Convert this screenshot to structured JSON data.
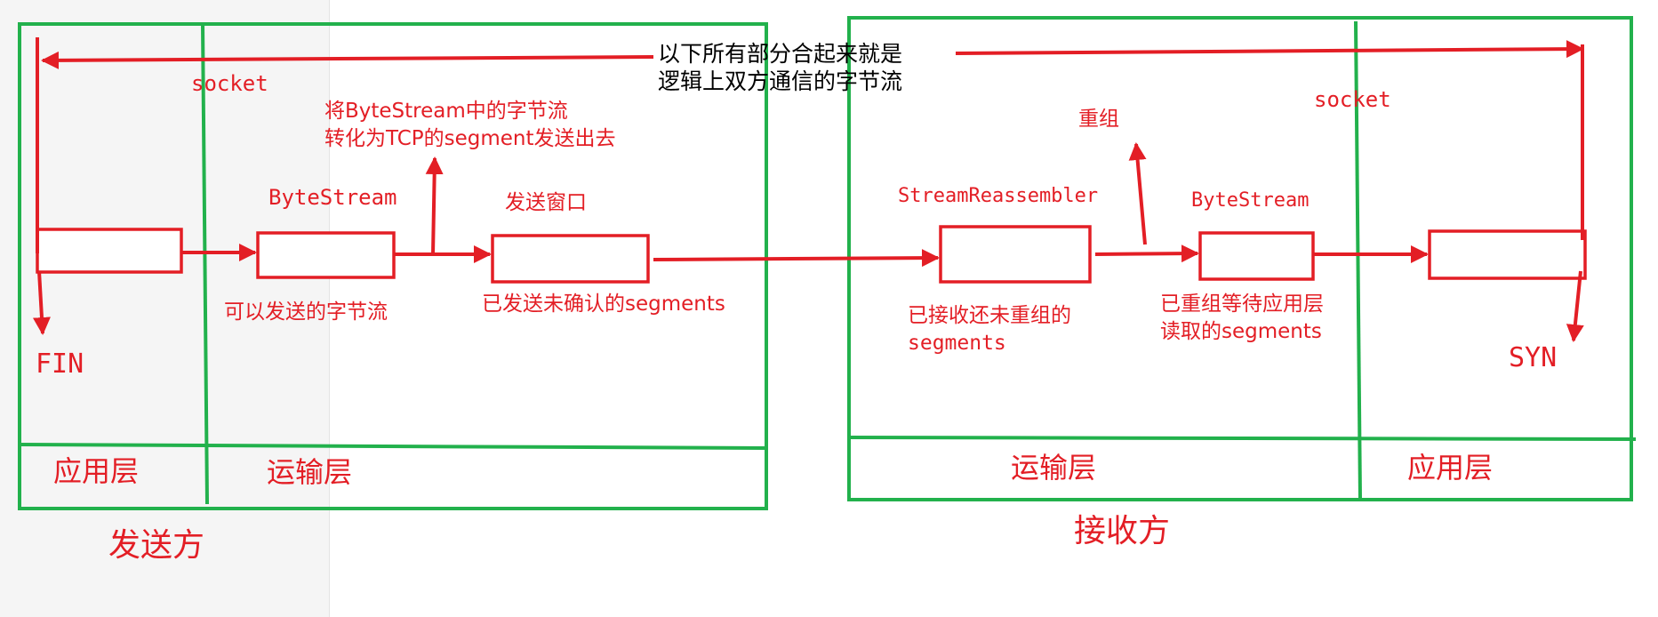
{
  "colors": {
    "green": "#22b14c",
    "red": "#e31e25",
    "text_black": "#000000",
    "left_bg": "#f5f5f5"
  },
  "overview_note": [
    "以下所有部分合起来就是",
    "逻辑上双方通信的字节流"
  ],
  "sender": {
    "title": "发送方",
    "socket_label": "socket",
    "fin_label": "FIN",
    "layers": {
      "app": "应用层",
      "transport": "运输层"
    },
    "bytestream_title": "ByteStream",
    "bytestream_note": "可以发送的字节流",
    "convert_note": [
      "将ByteStream中的字节流",
      "转化为TCP的segment发送出去"
    ],
    "window_title": "发送窗口",
    "window_note": "已发送未确认的segments"
  },
  "receiver": {
    "title": "接收方",
    "socket_label": "socket",
    "syn_label": "SYN",
    "layers": {
      "transport": "运输层",
      "app": "应用层"
    },
    "reassembler_title": "StreamReassembler",
    "reassembler_note": [
      "已接收还未重组的",
      "segments"
    ],
    "reassemble_label": "重组",
    "bytestream_title": "ByteStream",
    "bytestream_note": [
      "已重组等待应用层",
      "读取的segments"
    ]
  }
}
